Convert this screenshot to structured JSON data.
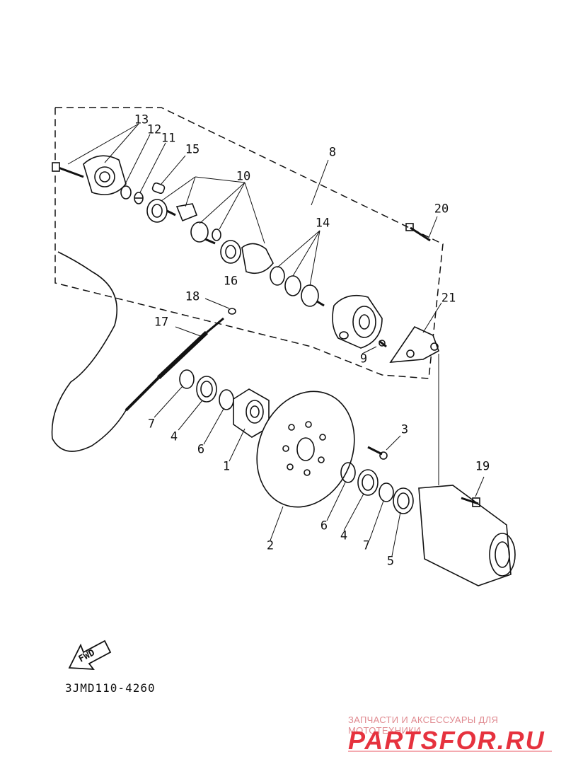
{
  "callouts": {
    "c1": "1",
    "c2": "2",
    "c3": "3",
    "c4a": "4",
    "c4b": "4",
    "c5": "5",
    "c6a": "6",
    "c6b": "6",
    "c7a": "7",
    "c7b": "7",
    "c8": "8",
    "c9": "9",
    "c10": "10",
    "c11": "11",
    "c12": "12",
    "c13": "13",
    "c14": "14",
    "c15": "15",
    "c16": "16",
    "c17": "17",
    "c18": "18",
    "c19": "19",
    "c20": "20",
    "c21": "21"
  },
  "fwd_label": "FWD",
  "diagram_code": "3JMD110-4260",
  "watermark": {
    "caption": "ЗАПЧАСТИ И АКСЕССУАРЫ ДЛЯ МОТОТЕХНИКИ",
    "logo_text": "PARTSFOR.RU",
    "color": "#e6323e"
  },
  "colors": {
    "ink": "#111111",
    "background": "#ffffff"
  }
}
